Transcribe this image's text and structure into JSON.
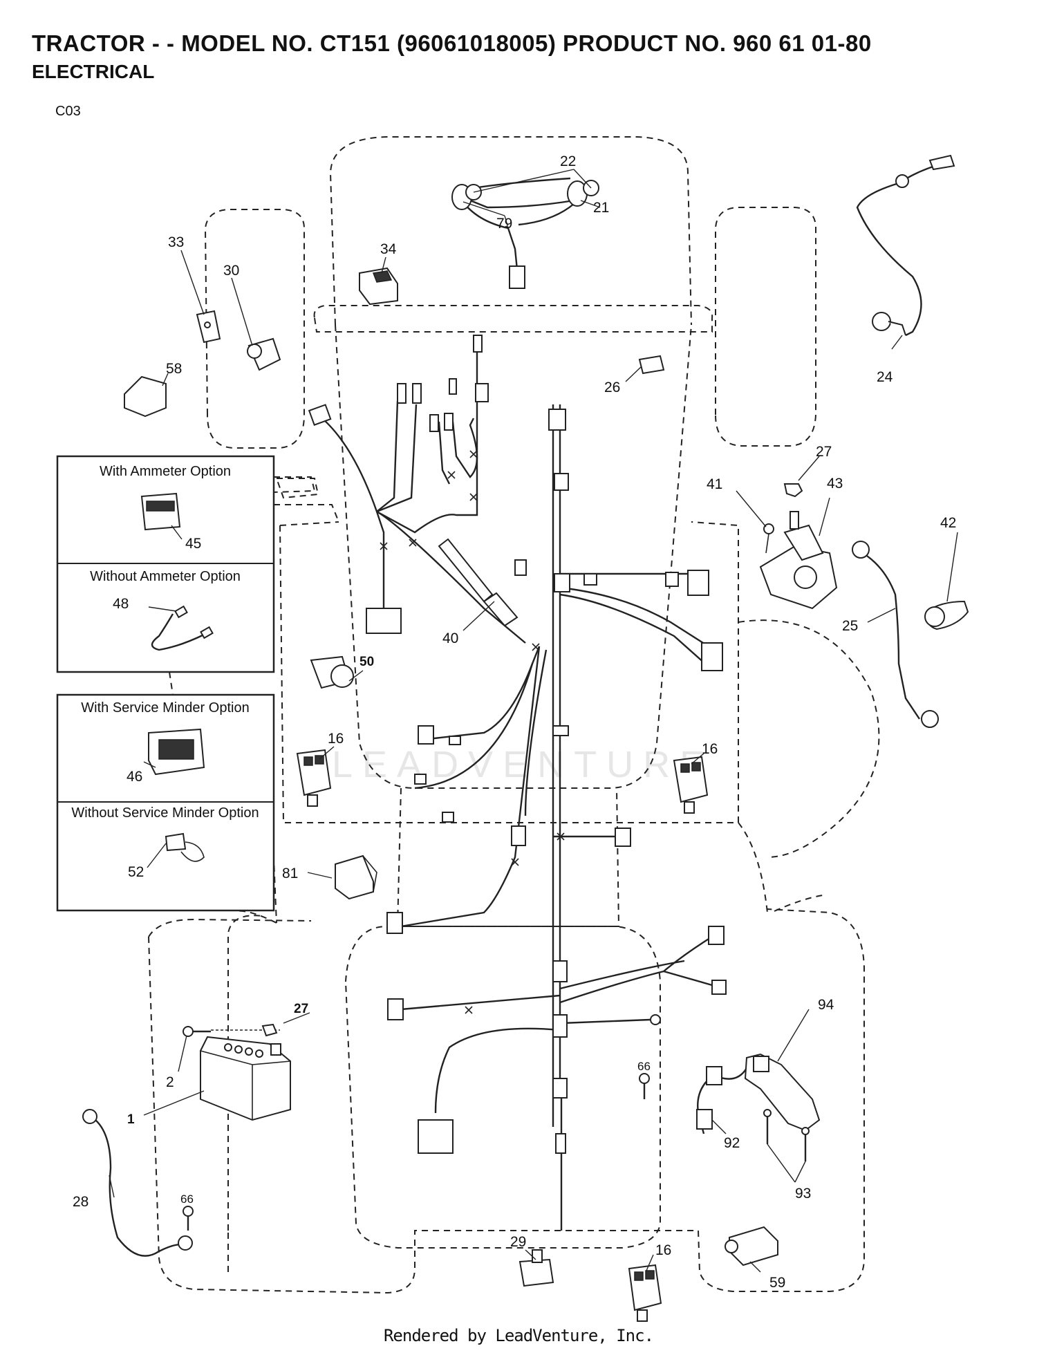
{
  "header": {
    "title": "TRACTOR - - MODEL NO. CT151 (96061018005) PRODUCT NO. 960 61 01-80",
    "subtitle": "ELECTRICAL",
    "diagram_code": "C03"
  },
  "options": {
    "ammeter_with": "With Ammeter Option",
    "ammeter_without": "Without Ammeter Option",
    "service_with": "With Service Minder Option",
    "service_without": "Without Service Minder Option"
  },
  "callouts": {
    "p1": "1",
    "p2": "2",
    "p16a": "16",
    "p16b": "16",
    "p16c": "16",
    "p21": "21",
    "p22": "22",
    "p24": "24",
    "p25": "25",
    "p26": "26",
    "p27a": "27",
    "p27b": "27",
    "p28": "28",
    "p29": "29",
    "p30": "30",
    "p33": "33",
    "p34": "34",
    "p40": "40",
    "p41": "41",
    "p42": "42",
    "p43": "43",
    "p45": "45",
    "p46": "46",
    "p48": "48",
    "p50": "50",
    "p52": "52",
    "p58": "58",
    "p59": "59",
    "p66a": "66",
    "p66b": "66",
    "p79": "79",
    "p81": "81",
    "p92": "92",
    "p93": "93",
    "p94": "94"
  },
  "watermark": "LEADVENTURE",
  "footer": "Rendered by LeadVenture, Inc."
}
